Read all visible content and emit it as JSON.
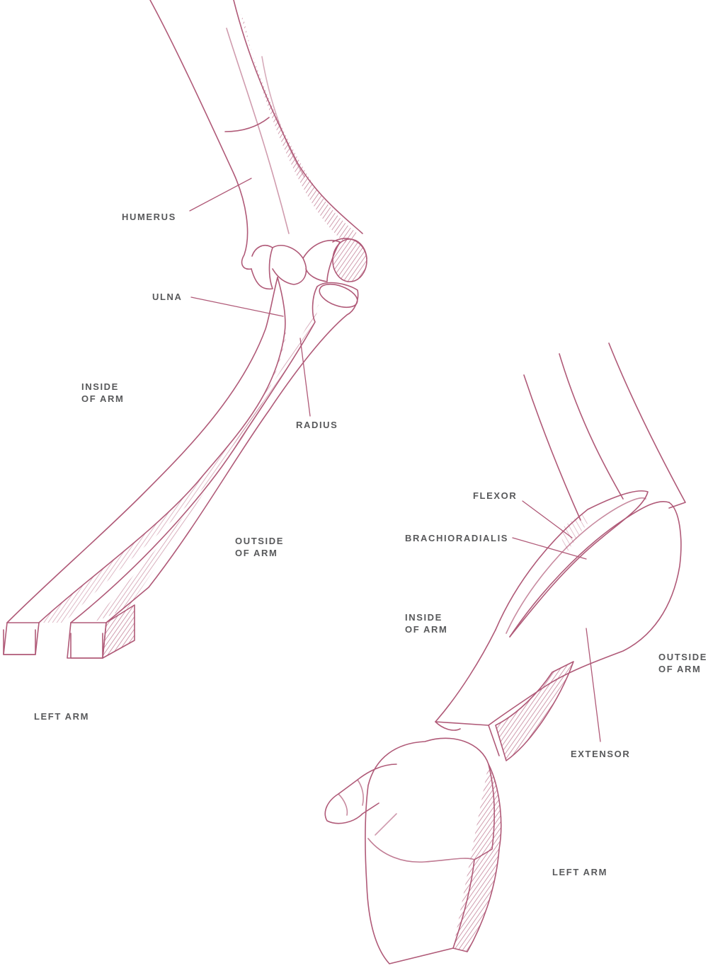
{
  "colors": {
    "stroke": "#b05a78",
    "shade": "#c98a9f",
    "label": "#58595b"
  },
  "left_figure": {
    "labels": {
      "humerus": "HUMERUS",
      "ulna": "ULNA",
      "radius": "RADIUS",
      "inside": [
        "INSIDE",
        "OF ARM"
      ],
      "outside": [
        "OUTSIDE",
        "OF ARM"
      ],
      "caption": "LEFT ARM"
    }
  },
  "right_figure": {
    "labels": {
      "flexor": "FLEXOR",
      "brachioradialis": "BRACHIORADIALIS",
      "inside": [
        "INSIDE",
        "OF ARM"
      ],
      "outside": [
        "OUTSIDE",
        "OF ARM"
      ],
      "extensor": "EXTENSOR",
      "caption": "LEFT ARM"
    }
  }
}
